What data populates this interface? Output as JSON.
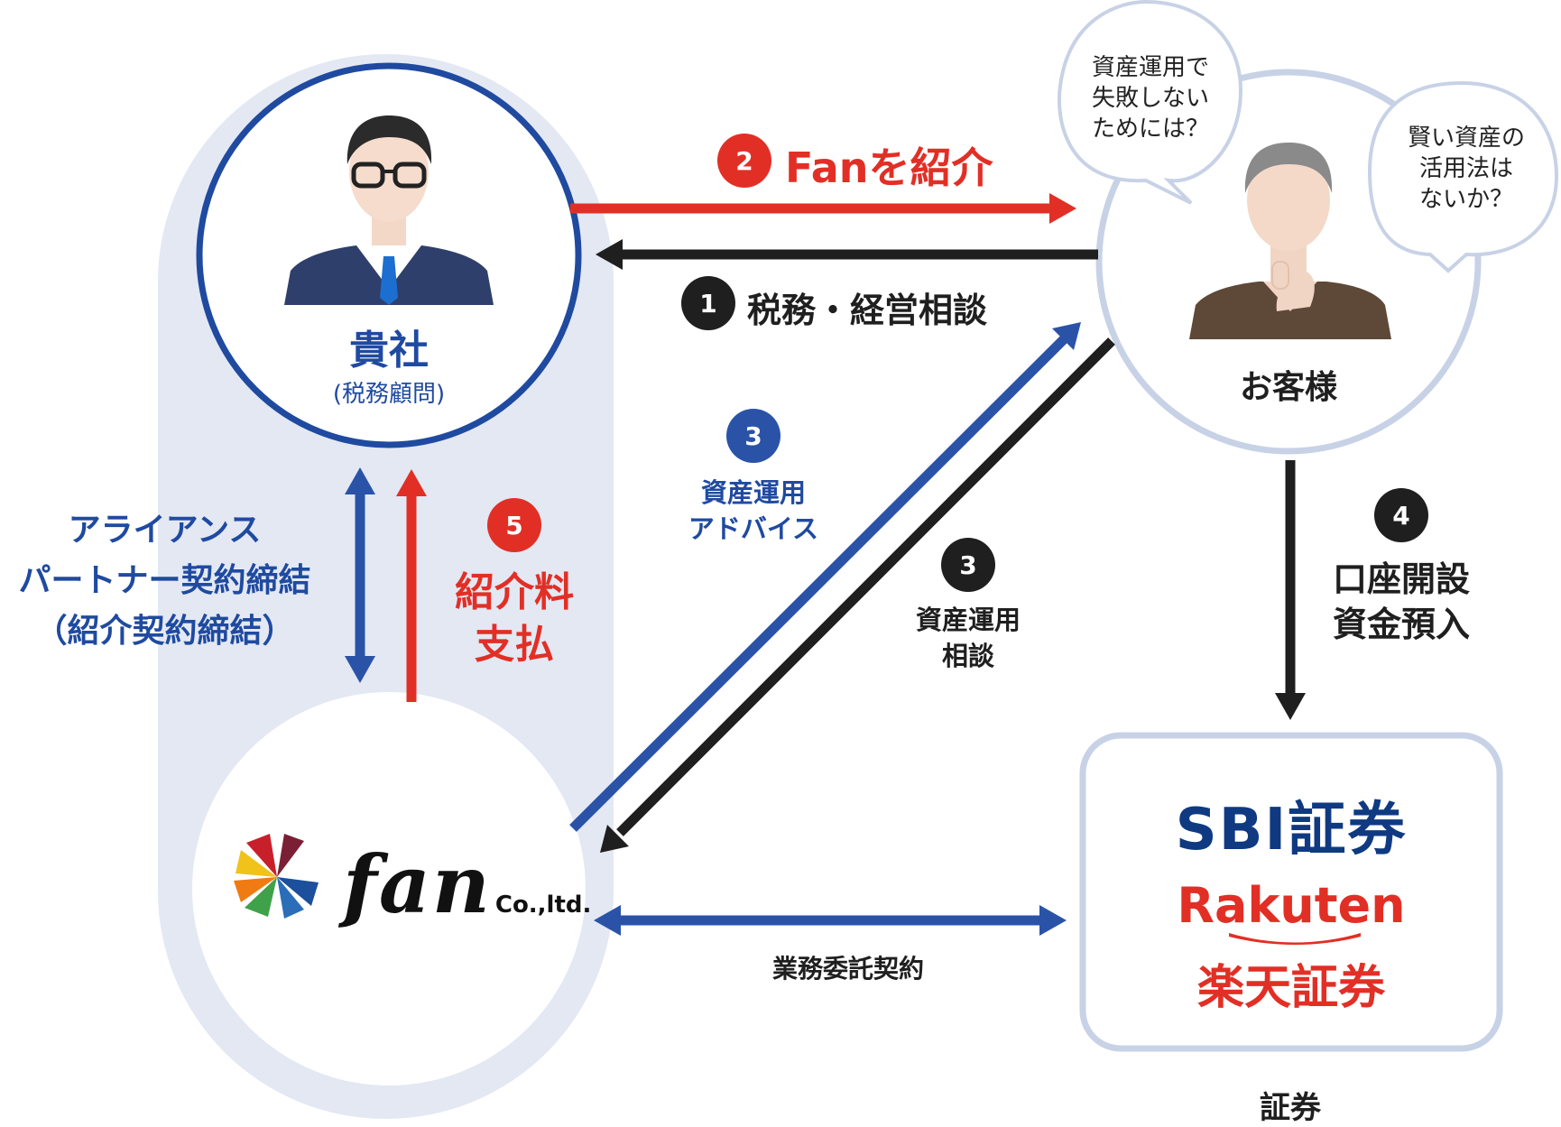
{
  "kisha": {
    "title": "貴社",
    "subtitle": "(税務顧問)"
  },
  "customer": {
    "title": "お客様"
  },
  "bubbles": [
    {
      "lines": [
        "資産運用で",
        "失敗しない",
        "ためには？"
      ]
    },
    {
      "lines": [
        "賢い資産の",
        "活用法は",
        "ないか？"
      ]
    }
  ],
  "steps": {
    "s1": {
      "num": "1",
      "label": "税務・経営相談"
    },
    "s2": {
      "num": "2",
      "label": "Fanを紹介"
    },
    "s3a": {
      "num": "3",
      "lines": [
        "資産運用",
        "アドバイス"
      ]
    },
    "s3b": {
      "num": "3",
      "lines": [
        "資産運用",
        "相談"
      ]
    },
    "s4": {
      "num": "4",
      "lines": [
        "口座開設",
        "資金預入"
      ]
    },
    "s5": {
      "num": "5",
      "lines": [
        "紹介料",
        "支払"
      ]
    }
  },
  "alliance": {
    "lines": [
      "アライアンス",
      "パートナー契約締結",
      "（紹介契約締結）"
    ]
  },
  "gyomu": {
    "label": "業務委託契約"
  },
  "fan": {
    "name": "fan",
    "suffix": "Co.,ltd."
  },
  "securities": {
    "sbi": "SBI証券",
    "rakuten_en": "Rakuten",
    "rakuten_jp": "楽天証券",
    "caption": "証券"
  },
  "colors": {
    "blue": "#1f4aa0",
    "red": "#e22f26",
    "black": "#1f1f1f",
    "pale": "#e3e8f3",
    "ring": "#c8d2e6"
  }
}
